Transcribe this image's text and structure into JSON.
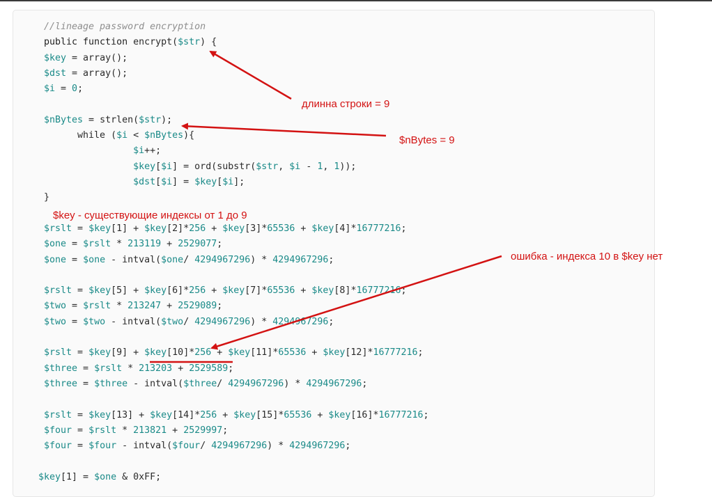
{
  "code": {
    "lines": [
      [
        {
          "t": "//lineage password encryption",
          "c": "cm"
        }
      ],
      [
        {
          "t": "public function ",
          "c": "kw"
        },
        {
          "t": "encrypt(",
          "c": "p"
        },
        {
          "t": "$str",
          "c": "v"
        },
        {
          "t": ") {",
          "c": "p"
        }
      ],
      [
        {
          "t": "$key",
          "c": "v"
        },
        {
          "t": " = array();",
          "c": "p"
        }
      ],
      [
        {
          "t": "$dst",
          "c": "v"
        },
        {
          "t": " = array();",
          "c": "p"
        }
      ],
      [
        {
          "t": "$i",
          "c": "v"
        },
        {
          "t": " = ",
          "c": "p"
        },
        {
          "t": "0",
          "c": "n"
        },
        {
          "t": ";",
          "c": "p"
        }
      ],
      [],
      [
        {
          "t": "$nBytes",
          "c": "v"
        },
        {
          "t": " = strlen(",
          "c": "p"
        },
        {
          "t": "$str",
          "c": "v"
        },
        {
          "t": ");",
          "c": "p"
        }
      ],
      [
        {
          "t": "      while (",
          "c": "p"
        },
        {
          "t": "$i",
          "c": "v"
        },
        {
          "t": " < ",
          "c": "p"
        },
        {
          "t": "$nBytes",
          "c": "v"
        },
        {
          "t": "){",
          "c": "p"
        }
      ],
      [
        {
          "t": "                ",
          "c": "p"
        },
        {
          "t": "$i",
          "c": "v"
        },
        {
          "t": "++;",
          "c": "p"
        }
      ],
      [
        {
          "t": "                ",
          "c": "p"
        },
        {
          "t": "$key",
          "c": "v"
        },
        {
          "t": "[",
          "c": "p"
        },
        {
          "t": "$i",
          "c": "v"
        },
        {
          "t": "] = ord(substr(",
          "c": "p"
        },
        {
          "t": "$str",
          "c": "v"
        },
        {
          "t": ", ",
          "c": "p"
        },
        {
          "t": "$i",
          "c": "v"
        },
        {
          "t": " - ",
          "c": "p"
        },
        {
          "t": "1",
          "c": "n"
        },
        {
          "t": ", ",
          "c": "p"
        },
        {
          "t": "1",
          "c": "n"
        },
        {
          "t": "));",
          "c": "p"
        }
      ],
      [
        {
          "t": "                ",
          "c": "p"
        },
        {
          "t": "$dst",
          "c": "v"
        },
        {
          "t": "[",
          "c": "p"
        },
        {
          "t": "$i",
          "c": "v"
        },
        {
          "t": "] = ",
          "c": "p"
        },
        {
          "t": "$key",
          "c": "v"
        },
        {
          "t": "[",
          "c": "p"
        },
        {
          "t": "$i",
          "c": "v"
        },
        {
          "t": "];",
          "c": "p"
        }
      ],
      [
        {
          "t": "}",
          "c": "p"
        }
      ],
      [],
      [
        {
          "t": "$rslt",
          "c": "v"
        },
        {
          "t": " = ",
          "c": "p"
        },
        {
          "t": "$key",
          "c": "v"
        },
        {
          "t": "[1] + ",
          "c": "p"
        },
        {
          "t": "$key",
          "c": "v"
        },
        {
          "t": "[2]*",
          "c": "p"
        },
        {
          "t": "256",
          "c": "n"
        },
        {
          "t": " + ",
          "c": "p"
        },
        {
          "t": "$key",
          "c": "v"
        },
        {
          "t": "[3]*",
          "c": "p"
        },
        {
          "t": "65536",
          "c": "n"
        },
        {
          "t": " + ",
          "c": "p"
        },
        {
          "t": "$key",
          "c": "v"
        },
        {
          "t": "[4]*",
          "c": "p"
        },
        {
          "t": "16777216",
          "c": "n"
        },
        {
          "t": ";",
          "c": "p"
        }
      ],
      [
        {
          "t": "$one",
          "c": "v"
        },
        {
          "t": " = ",
          "c": "p"
        },
        {
          "t": "$rslt",
          "c": "v"
        },
        {
          "t": " * ",
          "c": "p"
        },
        {
          "t": "213119",
          "c": "n"
        },
        {
          "t": " + ",
          "c": "p"
        },
        {
          "t": "2529077",
          "c": "n"
        },
        {
          "t": ";",
          "c": "p"
        }
      ],
      [
        {
          "t": "$one",
          "c": "v"
        },
        {
          "t": " = ",
          "c": "p"
        },
        {
          "t": "$one",
          "c": "v"
        },
        {
          "t": " - intval(",
          "c": "p"
        },
        {
          "t": "$one",
          "c": "v"
        },
        {
          "t": "/ ",
          "c": "p"
        },
        {
          "t": "4294967296",
          "c": "n"
        },
        {
          "t": ") * ",
          "c": "p"
        },
        {
          "t": "4294967296",
          "c": "n"
        },
        {
          "t": ";",
          "c": "p"
        }
      ],
      [],
      [
        {
          "t": "$rslt",
          "c": "v"
        },
        {
          "t": " = ",
          "c": "p"
        },
        {
          "t": "$key",
          "c": "v"
        },
        {
          "t": "[5] + ",
          "c": "p"
        },
        {
          "t": "$key",
          "c": "v"
        },
        {
          "t": "[6]*",
          "c": "p"
        },
        {
          "t": "256",
          "c": "n"
        },
        {
          "t": " + ",
          "c": "p"
        },
        {
          "t": "$key",
          "c": "v"
        },
        {
          "t": "[7]*",
          "c": "p"
        },
        {
          "t": "65536",
          "c": "n"
        },
        {
          "t": " + ",
          "c": "p"
        },
        {
          "t": "$key",
          "c": "v"
        },
        {
          "t": "[8]*",
          "c": "p"
        },
        {
          "t": "16777216",
          "c": "n"
        },
        {
          "t": ";",
          "c": "p"
        }
      ],
      [
        {
          "t": "$two",
          "c": "v"
        },
        {
          "t": " = ",
          "c": "p"
        },
        {
          "t": "$rslt",
          "c": "v"
        },
        {
          "t": " * ",
          "c": "p"
        },
        {
          "t": "213247",
          "c": "n"
        },
        {
          "t": " + ",
          "c": "p"
        },
        {
          "t": "2529089",
          "c": "n"
        },
        {
          "t": ";",
          "c": "p"
        }
      ],
      [
        {
          "t": "$two",
          "c": "v"
        },
        {
          "t": " = ",
          "c": "p"
        },
        {
          "t": "$two",
          "c": "v"
        },
        {
          "t": " - intval(",
          "c": "p"
        },
        {
          "t": "$two",
          "c": "v"
        },
        {
          "t": "/ ",
          "c": "p"
        },
        {
          "t": "4294967296",
          "c": "n"
        },
        {
          "t": ") * ",
          "c": "p"
        },
        {
          "t": "4294967296",
          "c": "n"
        },
        {
          "t": ";",
          "c": "p"
        }
      ],
      [],
      [
        {
          "t": "$rslt",
          "c": "v"
        },
        {
          "t": " = ",
          "c": "p"
        },
        {
          "t": "$key",
          "c": "v"
        },
        {
          "t": "[9] + ",
          "c": "p"
        },
        {
          "t": "$key",
          "c": "v"
        },
        {
          "t": "[10]*",
          "c": "p"
        },
        {
          "t": "256",
          "c": "n"
        },
        {
          "t": " + ",
          "c": "p"
        },
        {
          "t": "$key",
          "c": "v"
        },
        {
          "t": "[11]*",
          "c": "p"
        },
        {
          "t": "65536",
          "c": "n"
        },
        {
          "t": " + ",
          "c": "p"
        },
        {
          "t": "$key",
          "c": "v"
        },
        {
          "t": "[12]*",
          "c": "p"
        },
        {
          "t": "16777216",
          "c": "n"
        },
        {
          "t": ";",
          "c": "p"
        }
      ],
      [
        {
          "t": "$three",
          "c": "v"
        },
        {
          "t": " = ",
          "c": "p"
        },
        {
          "t": "$rslt",
          "c": "v"
        },
        {
          "t": " * ",
          "c": "p"
        },
        {
          "t": "213203",
          "c": "n"
        },
        {
          "t": " + ",
          "c": "p"
        },
        {
          "t": "2529589",
          "c": "n"
        },
        {
          "t": ";",
          "c": "p"
        }
      ],
      [
        {
          "t": "$three",
          "c": "v"
        },
        {
          "t": " = ",
          "c": "p"
        },
        {
          "t": "$three",
          "c": "v"
        },
        {
          "t": " - intval(",
          "c": "p"
        },
        {
          "t": "$three",
          "c": "v"
        },
        {
          "t": "/ ",
          "c": "p"
        },
        {
          "t": "4294967296",
          "c": "n"
        },
        {
          "t": ") * ",
          "c": "p"
        },
        {
          "t": "4294967296",
          "c": "n"
        },
        {
          "t": ";",
          "c": "p"
        }
      ],
      [],
      [
        {
          "t": "$rslt",
          "c": "v"
        },
        {
          "t": " = ",
          "c": "p"
        },
        {
          "t": "$key",
          "c": "v"
        },
        {
          "t": "[13] + ",
          "c": "p"
        },
        {
          "t": "$key",
          "c": "v"
        },
        {
          "t": "[14]*",
          "c": "p"
        },
        {
          "t": "256",
          "c": "n"
        },
        {
          "t": " + ",
          "c": "p"
        },
        {
          "t": "$key",
          "c": "v"
        },
        {
          "t": "[15]*",
          "c": "p"
        },
        {
          "t": "65536",
          "c": "n"
        },
        {
          "t": " + ",
          "c": "p"
        },
        {
          "t": "$key",
          "c": "v"
        },
        {
          "t": "[16]*",
          "c": "p"
        },
        {
          "t": "16777216",
          "c": "n"
        },
        {
          "t": ";",
          "c": "p"
        }
      ],
      [
        {
          "t": "$four",
          "c": "v"
        },
        {
          "t": " = ",
          "c": "p"
        },
        {
          "t": "$rslt",
          "c": "v"
        },
        {
          "t": " * ",
          "c": "p"
        },
        {
          "t": "213821",
          "c": "n"
        },
        {
          "t": " + ",
          "c": "p"
        },
        {
          "t": "2529997",
          "c": "n"
        },
        {
          "t": ";",
          "c": "p"
        }
      ],
      [
        {
          "t": "$four",
          "c": "v"
        },
        {
          "t": " = ",
          "c": "p"
        },
        {
          "t": "$four",
          "c": "v"
        },
        {
          "t": " - intval(",
          "c": "p"
        },
        {
          "t": "$four",
          "c": "v"
        },
        {
          "t": "/ ",
          "c": "p"
        },
        {
          "t": "4294967296",
          "c": "n"
        },
        {
          "t": ") * ",
          "c": "p"
        },
        {
          "t": "4294967296",
          "c": "n"
        },
        {
          "t": ";",
          "c": "p"
        }
      ],
      [],
      [
        {
          "t": "$key",
          "c": "v"
        },
        {
          "t": "[1] = ",
          "c": "p"
        },
        {
          "t": "$one",
          "c": "v"
        },
        {
          "t": " & 0xFF;",
          "c": "p"
        }
      ]
    ]
  },
  "annotations": {
    "string_length": "длинна строки = 9",
    "nbytes": "$nBytes = 9",
    "key_indexes": "$key - существующие индексы от 1 до 9",
    "error_index": "ошибка - индекса 10 в $key нет"
  },
  "colors": {
    "annotation": "#d31212",
    "code_variable": "#1a8a88",
    "code_comment": "#8e8e8e"
  }
}
